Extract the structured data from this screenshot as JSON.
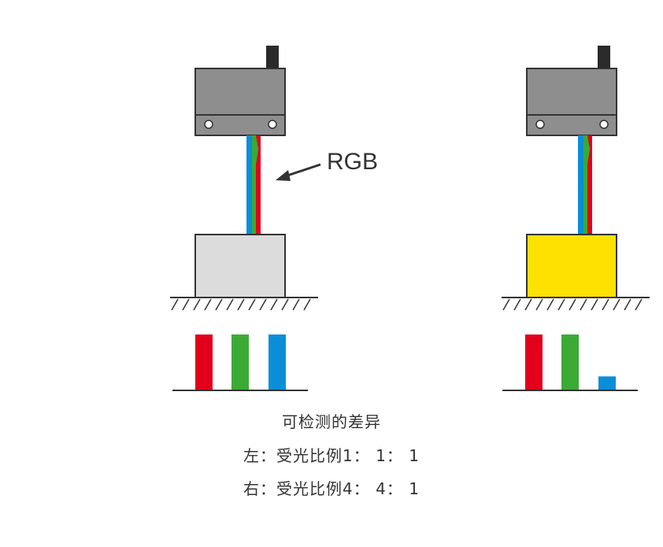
{
  "rgb_label": "RGB",
  "colors": {
    "red": "#E2001A",
    "green": "#3BAA35",
    "blue": "#0A8ED8",
    "sensor_body": "#8E8E8E",
    "sensor_outline": "#333333",
    "connector": "#2A2A2A",
    "target_left": "#DCDCDC",
    "target_right": "#FFE100"
  },
  "left": {
    "target_color_name": "light-gray",
    "received_ratio": {
      "red": 1,
      "green": 1,
      "blue": 1
    }
  },
  "right": {
    "target_color_name": "yellow",
    "received_ratio": {
      "red": 4,
      "green": 4,
      "blue": 1
    }
  },
  "caption": {
    "title": "可检测的差异",
    "line_left": "左：受光比例1： 1： 1",
    "line_right": "右：受光比例4： 4： 1"
  }
}
